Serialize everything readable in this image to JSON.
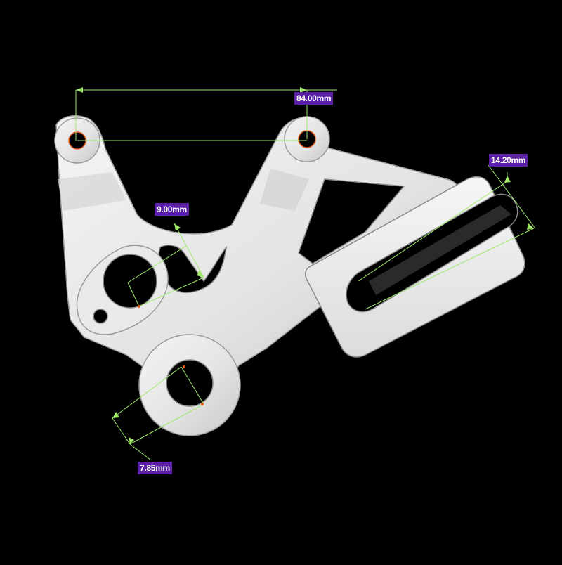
{
  "viewer": {
    "background": "#000000",
    "part_color": "#e6e6e6",
    "dimension_line_color": "#9fe86a",
    "label_background": "#5b1fa8",
    "label_text_color": "#ffffff"
  },
  "dimensions": [
    {
      "id": "mount-spacing",
      "label": "84.00mm"
    },
    {
      "id": "slot-width",
      "label": "14.20mm"
    },
    {
      "id": "pivot-hole",
      "label": "9.00mm"
    },
    {
      "id": "lower-hole",
      "label": "7.85mm"
    }
  ]
}
